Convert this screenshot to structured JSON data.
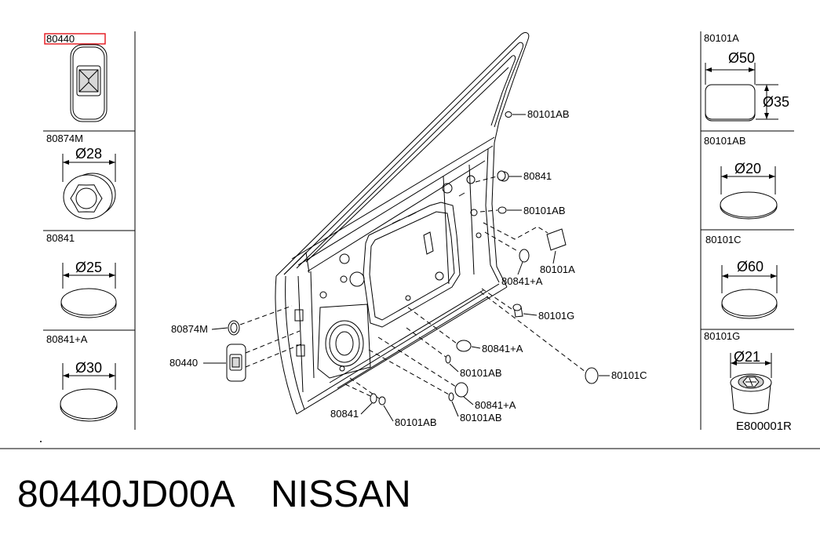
{
  "diagram": {
    "figure_code": "E800001R",
    "highlight_color": "#e3131b"
  },
  "left_panels": [
    {
      "part_no": "80440"
    },
    {
      "part_no": "80874M",
      "diameter": "Ø28"
    },
    {
      "part_no": "80841",
      "diameter": "Ø25"
    },
    {
      "part_no": "80841+A",
      "diameter": "Ø30"
    }
  ],
  "right_panels": [
    {
      "part_no": "80101A",
      "width": "Ø50",
      "height": "Ø35"
    },
    {
      "part_no": "80101AB",
      "diameter": "Ø20"
    },
    {
      "part_no": "80101C",
      "diameter": "Ø60"
    },
    {
      "part_no": "80101G",
      "diameter": "Ø21"
    }
  ],
  "callouts": [
    "80101AB",
    "80841",
    "80101AB",
    "80101A",
    "80841+A",
    "80101G",
    "80841+A",
    "80101AB",
    "80101C",
    "80841+A",
    "80101AB",
    "80101AB",
    "80841",
    "80874M",
    "80440"
  ],
  "caption": {
    "part_number": "80440JD00A",
    "brand": "NISSAN"
  }
}
